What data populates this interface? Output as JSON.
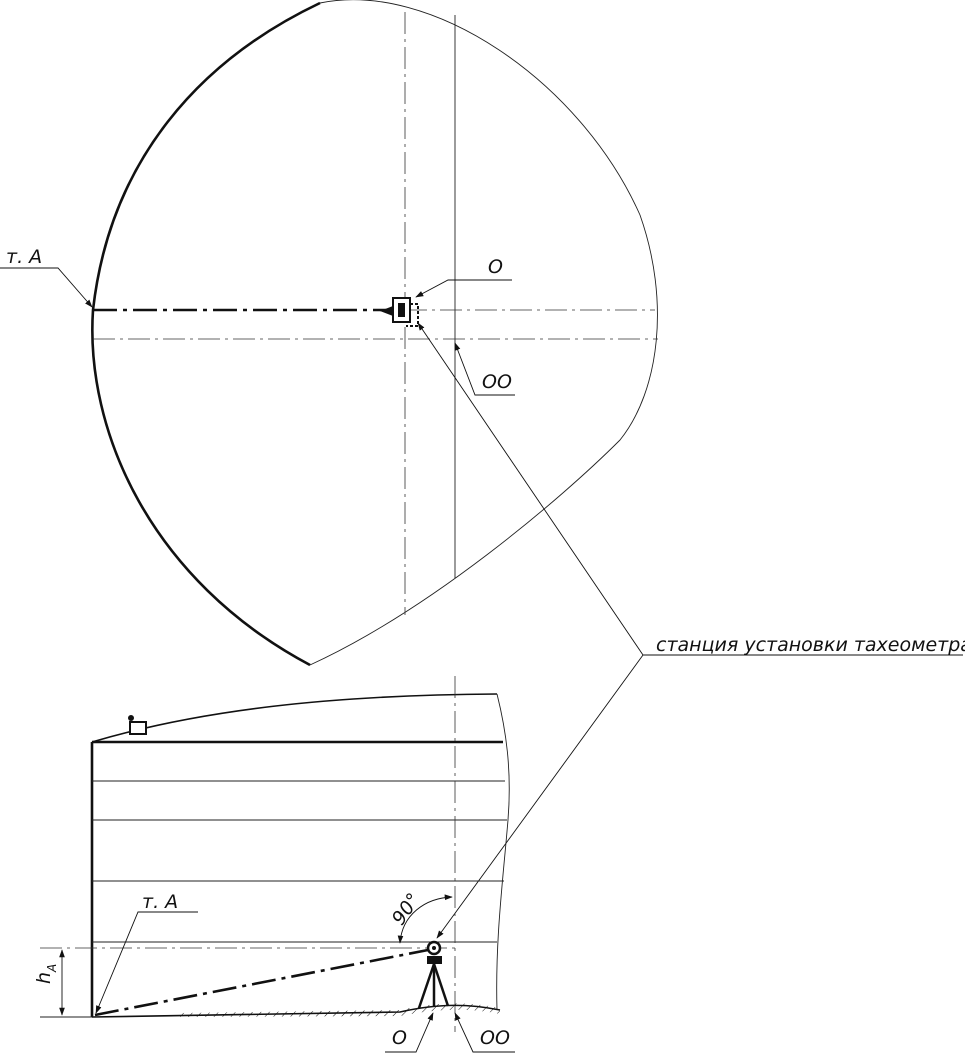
{
  "colors": {
    "line": "#111111",
    "background": "#ffffff"
  },
  "plan_view": {
    "label_point_a": "т. А",
    "label_o": "О",
    "label_oo": "ОО"
  },
  "section_view": {
    "label_point_a": "т. А",
    "label_h": "h",
    "label_h_subscript": "A",
    "label_angle": "90°",
    "label_o": "О",
    "label_oo": "ОО"
  },
  "callout": {
    "station_label": "станция установки тахеометра"
  }
}
